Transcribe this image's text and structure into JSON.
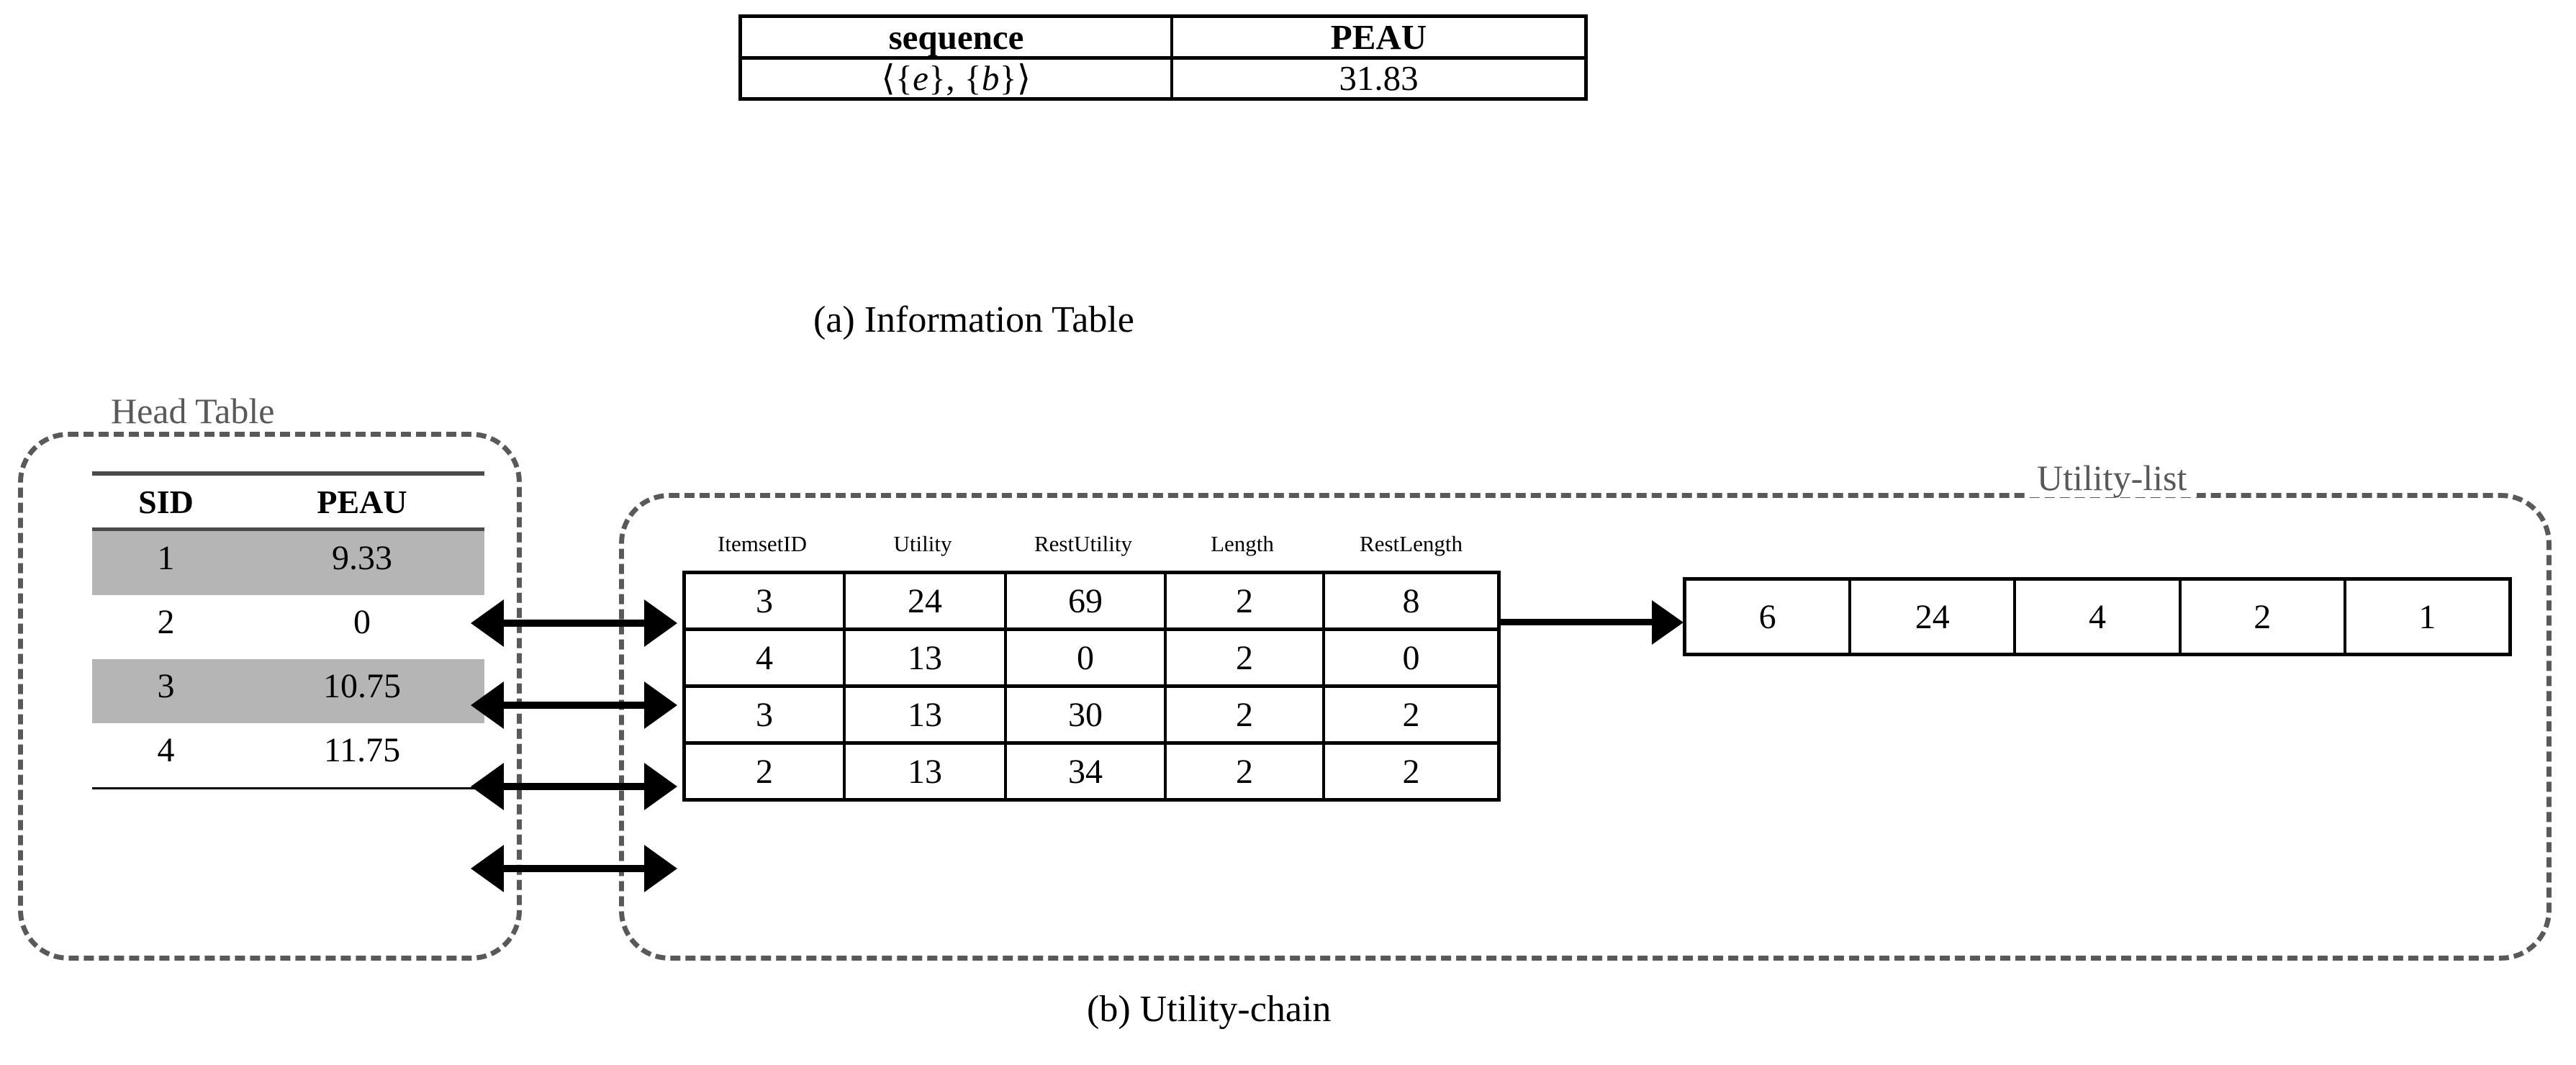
{
  "figure": {
    "caption_a": "(a) Information Table",
    "caption_b": "(b) Utility-chain"
  },
  "information_table": {
    "headers": [
      "sequence",
      "PEAU"
    ],
    "rows": [
      {
        "sequence_display": "⟨{e}, {b}⟩",
        "sequence_items": [
          "e",
          "b"
        ],
        "peau": "31.83"
      }
    ]
  },
  "head_table": {
    "label": "Head Table",
    "headers": [
      "SID",
      "PEAU"
    ],
    "rows": [
      {
        "sid": "1",
        "peau": "9.33",
        "highlighted": true
      },
      {
        "sid": "2",
        "peau": "0",
        "highlighted": false
      },
      {
        "sid": "3",
        "peau": "10.75",
        "highlighted": true
      },
      {
        "sid": "4",
        "peau": "11.75",
        "highlighted": false
      }
    ]
  },
  "utility_chain": {
    "headers": [
      "ItemsetID",
      "Utility",
      "RestUtility",
      "Length",
      "RestLength"
    ],
    "rows": [
      {
        "itemset_id": "3",
        "utility": "24",
        "rest_utility": "69",
        "length": "2",
        "rest_length": "8"
      },
      {
        "itemset_id": "4",
        "utility": "13",
        "rest_utility": "0",
        "length": "2",
        "rest_length": "0"
      },
      {
        "itemset_id": "3",
        "utility": "13",
        "rest_utility": "30",
        "length": "2",
        "rest_length": "2"
      },
      {
        "itemset_id": "2",
        "utility": "13",
        "rest_utility": "34",
        "length": "2",
        "rest_length": "2"
      }
    ]
  },
  "utility_list": {
    "label": "Utility-list",
    "cells": [
      "6",
      "24",
      "4",
      "2",
      "1"
    ]
  },
  "colors": {
    "highlight_row": "#b5b5b5",
    "dash_border": "#595959",
    "label_gray": "#595959",
    "ink": "#000000",
    "rule_gray": "#4a4a4a"
  }
}
